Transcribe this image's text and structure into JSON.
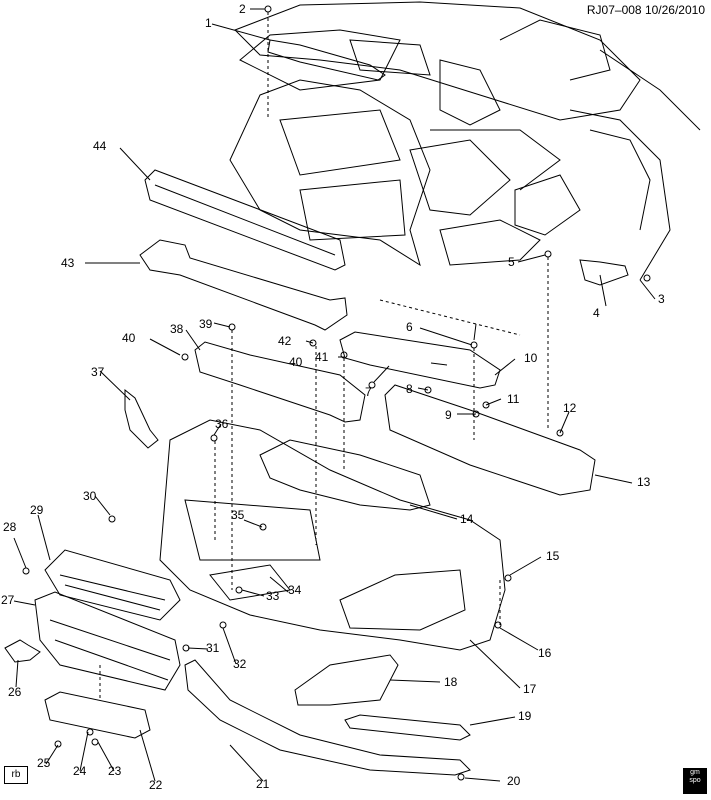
{
  "header": {
    "figure_id": "RJ07–008",
    "date": "10/26/2010"
  },
  "footer": {
    "left_tag": "rb",
    "logo_top": "gm",
    "logo_bottom": "spo"
  },
  "callouts": [
    "1",
    "2",
    "3",
    "4",
    "5",
    "6",
    "7",
    "8",
    "9",
    "10",
    "11",
    "12",
    "13",
    "14",
    "15",
    "16",
    "17",
    "18",
    "19",
    "20",
    "21",
    "22",
    "23",
    "24",
    "25",
    "26",
    "27",
    "28",
    "29",
    "30",
    "31",
    "32",
    "33",
    "34",
    "35",
    "36",
    "37",
    "38",
    "39",
    "40",
    "41",
    "42",
    "43",
    "44"
  ]
}
